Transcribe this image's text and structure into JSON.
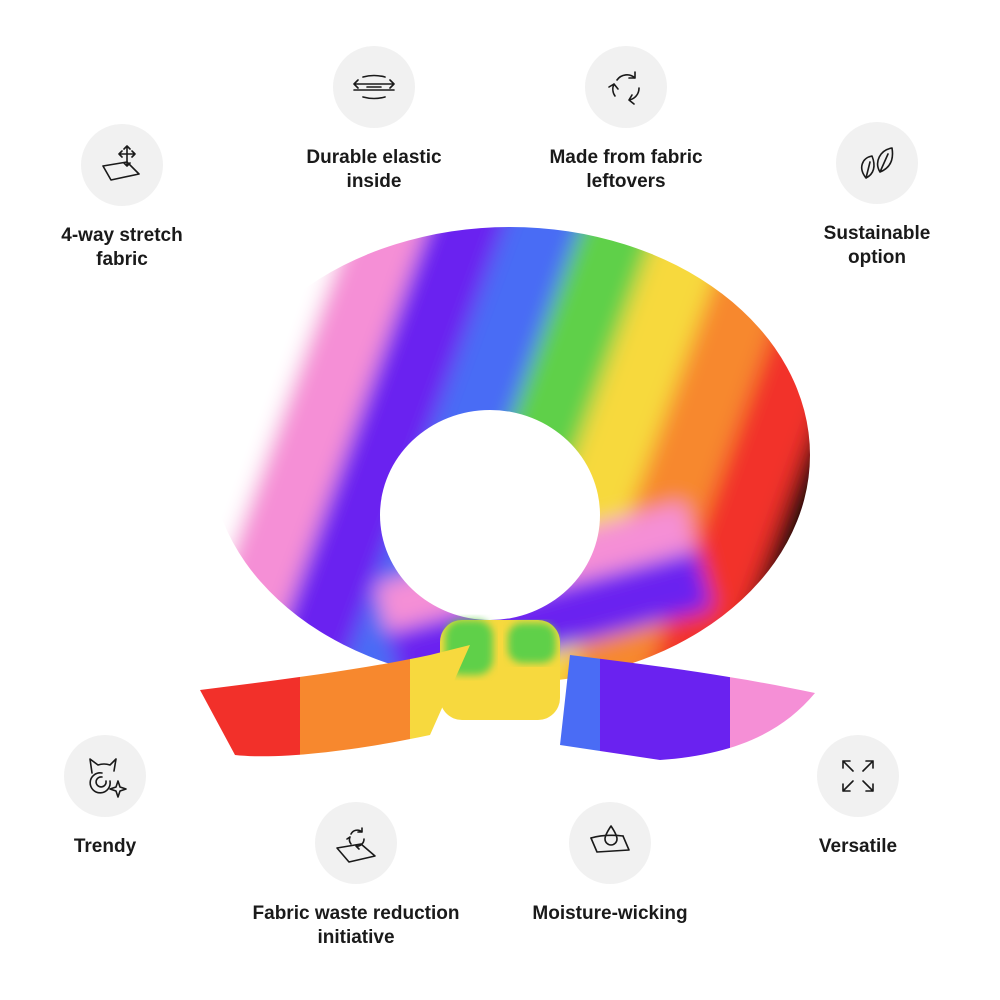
{
  "features": [
    {
      "id": "stretch",
      "icon": "stretch-fabric-icon",
      "lines": [
        "4-way stretch",
        "fabric"
      ]
    },
    {
      "id": "elastic",
      "icon": "elastic-arrows-icon",
      "lines": [
        "Durable elastic",
        "inside"
      ]
    },
    {
      "id": "leftovers",
      "icon": "recycle-icon",
      "lines": [
        "Made from fabric",
        "leftovers"
      ]
    },
    {
      "id": "sustainable",
      "icon": "leaves-icon",
      "lines": [
        "Sustainable",
        "option"
      ]
    },
    {
      "id": "trendy",
      "icon": "cat-sparkle-icon",
      "lines": [
        "Trendy"
      ]
    },
    {
      "id": "waste",
      "icon": "recycle-fabric-icon",
      "lines": [
        "Fabric waste reduction",
        "initiative"
      ]
    },
    {
      "id": "moisture",
      "icon": "water-drop-fabric-icon",
      "lines": [
        "Moisture-wicking"
      ]
    },
    {
      "id": "versatile",
      "icon": "expand-arrows-icon",
      "lines": [
        "Versatile"
      ]
    }
  ],
  "colors": {
    "icon_circle": "#f1f1f1",
    "text": "#1a1a1a",
    "stripes": [
      "#ffffff",
      "#f58fd6",
      "#6a22f0",
      "#4a6cf5",
      "#5fd048",
      "#f7d93e",
      "#f7882e",
      "#f2302a",
      "#0a0a0a"
    ]
  }
}
